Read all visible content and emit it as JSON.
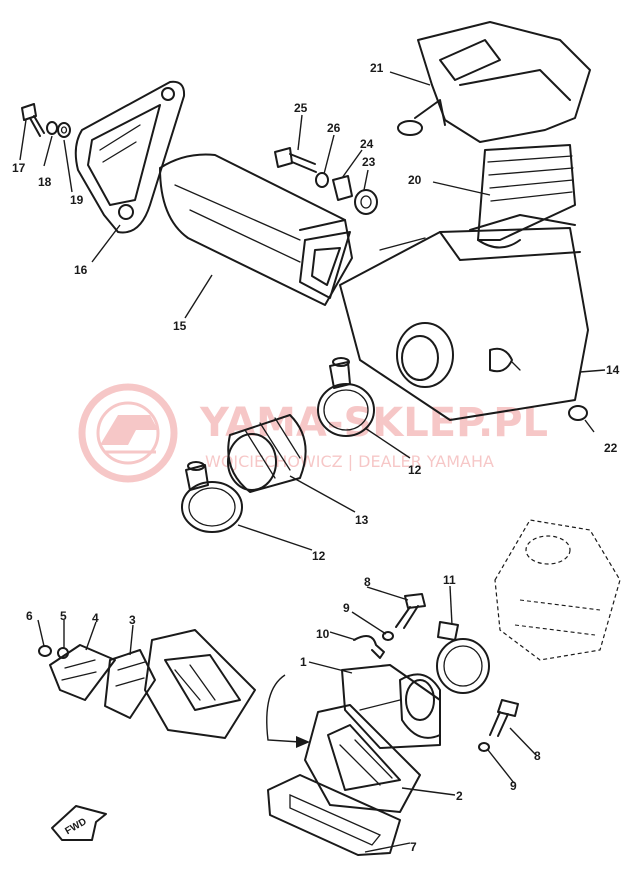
{
  "watermark": {
    "title": "YAMA-SKLEP.PL",
    "subtitle": "WOJCIECHOWICZ | DEALER YAMAHA",
    "color": "#e23a3a"
  },
  "callouts": [
    "1",
    "2",
    "3",
    "4",
    "5",
    "6",
    "7",
    "8",
    "8",
    "9",
    "9",
    "10",
    "11",
    "12",
    "12",
    "13",
    "14",
    "15",
    "16",
    "17",
    "18",
    "19",
    "20",
    "21",
    "22",
    "23",
    "24",
    "25",
    "26"
  ],
  "fwd_label": "FWD",
  "colors": {
    "ink": "#1a1a1a",
    "background": "#ffffff"
  }
}
